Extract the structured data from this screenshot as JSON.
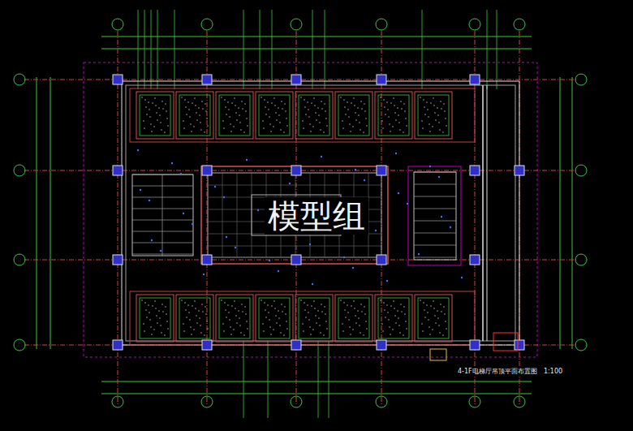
{
  "diagram": {
    "labels": [
      "模型组",
      "4-1F电梯厅吊顶平面布置图",
      "1:100"
    ]
  }
}
